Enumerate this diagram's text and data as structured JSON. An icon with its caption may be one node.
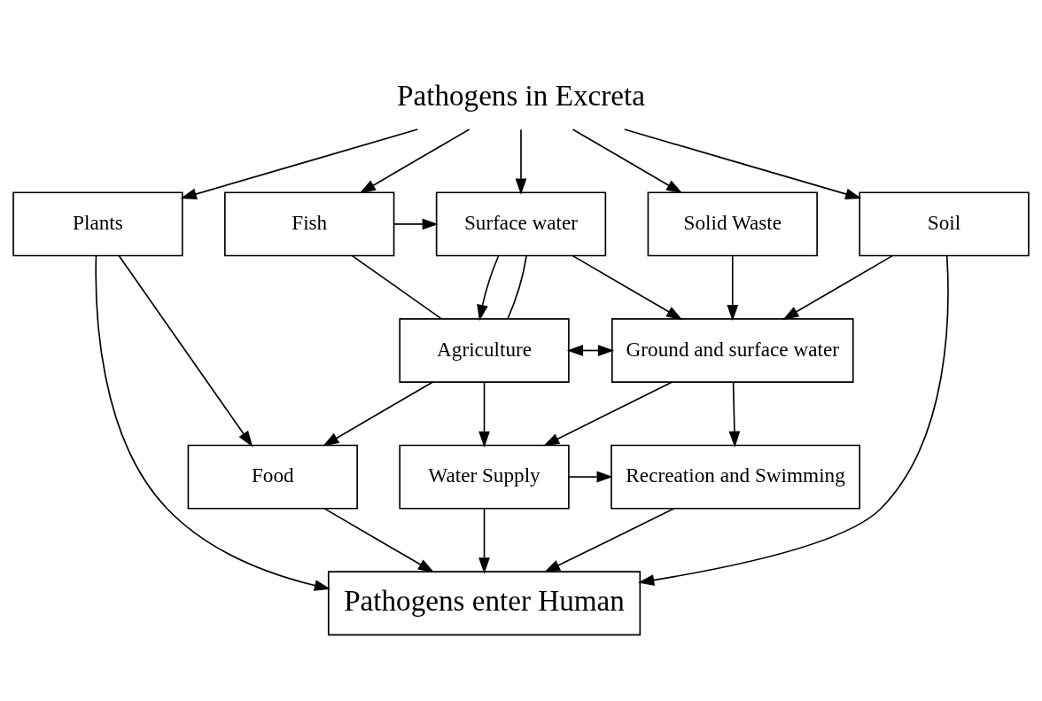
{
  "diagram": {
    "nodes": [
      {
        "text": [
          "Pathogens in Excreta"
        ]
      },
      {
        "text": [
          "Plants"
        ]
      },
      {
        "text": [
          "Fish"
        ]
      },
      {
        "text": [
          "Surface water"
        ]
      },
      {
        "text": [
          "Solid Waste"
        ]
      },
      {
        "text": [
          "Soil"
        ]
      },
      {
        "text": [
          "Agriculture"
        ]
      },
      {
        "text": [
          "Ground and surface water"
        ]
      },
      {
        "text": [
          "Food"
        ]
      },
      {
        "text": [
          "Water Supply"
        ]
      },
      {
        "text": [
          "Recreation and Swimming"
        ]
      },
      {
        "text": [
          "Pathogens enter Human"
        ]
      }
    ],
    "edges": [
      {
        "from": 0,
        "to": 1,
        "arrow": "to"
      },
      {
        "from": 0,
        "to": 2,
        "arrow": "to"
      },
      {
        "from": 0,
        "to": 3,
        "arrow": "to"
      },
      {
        "from": 0,
        "to": 4,
        "arrow": "to"
      },
      {
        "from": 0,
        "to": 5,
        "arrow": "to"
      },
      {
        "from": 2,
        "to": 3,
        "arrow": "to"
      },
      {
        "from": 1,
        "to": 8,
        "arrow": "to"
      },
      {
        "from": 1,
        "to": 11,
        "arrow": "to"
      },
      {
        "from": 2,
        "to": 6,
        "arrow": "none"
      },
      {
        "from": 3,
        "to": 6,
        "arrow": "to"
      },
      {
        "from": 3,
        "to": 6,
        "arrow": "none"
      },
      {
        "from": 3,
        "to": 7,
        "arrow": "to"
      },
      {
        "from": 4,
        "to": 7,
        "arrow": "to"
      },
      {
        "from": 5,
        "to": 7,
        "arrow": "to"
      },
      {
        "from": 5,
        "to": 11,
        "arrow": "to"
      },
      {
        "from": 6,
        "to": 7,
        "arrow": "both"
      },
      {
        "from": 6,
        "to": 8,
        "arrow": "to"
      },
      {
        "from": 6,
        "to": 9,
        "arrow": "to"
      },
      {
        "from": 7,
        "to": 9,
        "arrow": "to"
      },
      {
        "from": 7,
        "to": 10,
        "arrow": "to"
      },
      {
        "from": 9,
        "to": 10,
        "arrow": "to"
      },
      {
        "from": 8,
        "to": 11,
        "arrow": "to"
      },
      {
        "from": 9,
        "to": 11,
        "arrow": "to"
      },
      {
        "from": 10,
        "to": 11,
        "arrow": "to"
      }
    ]
  }
}
